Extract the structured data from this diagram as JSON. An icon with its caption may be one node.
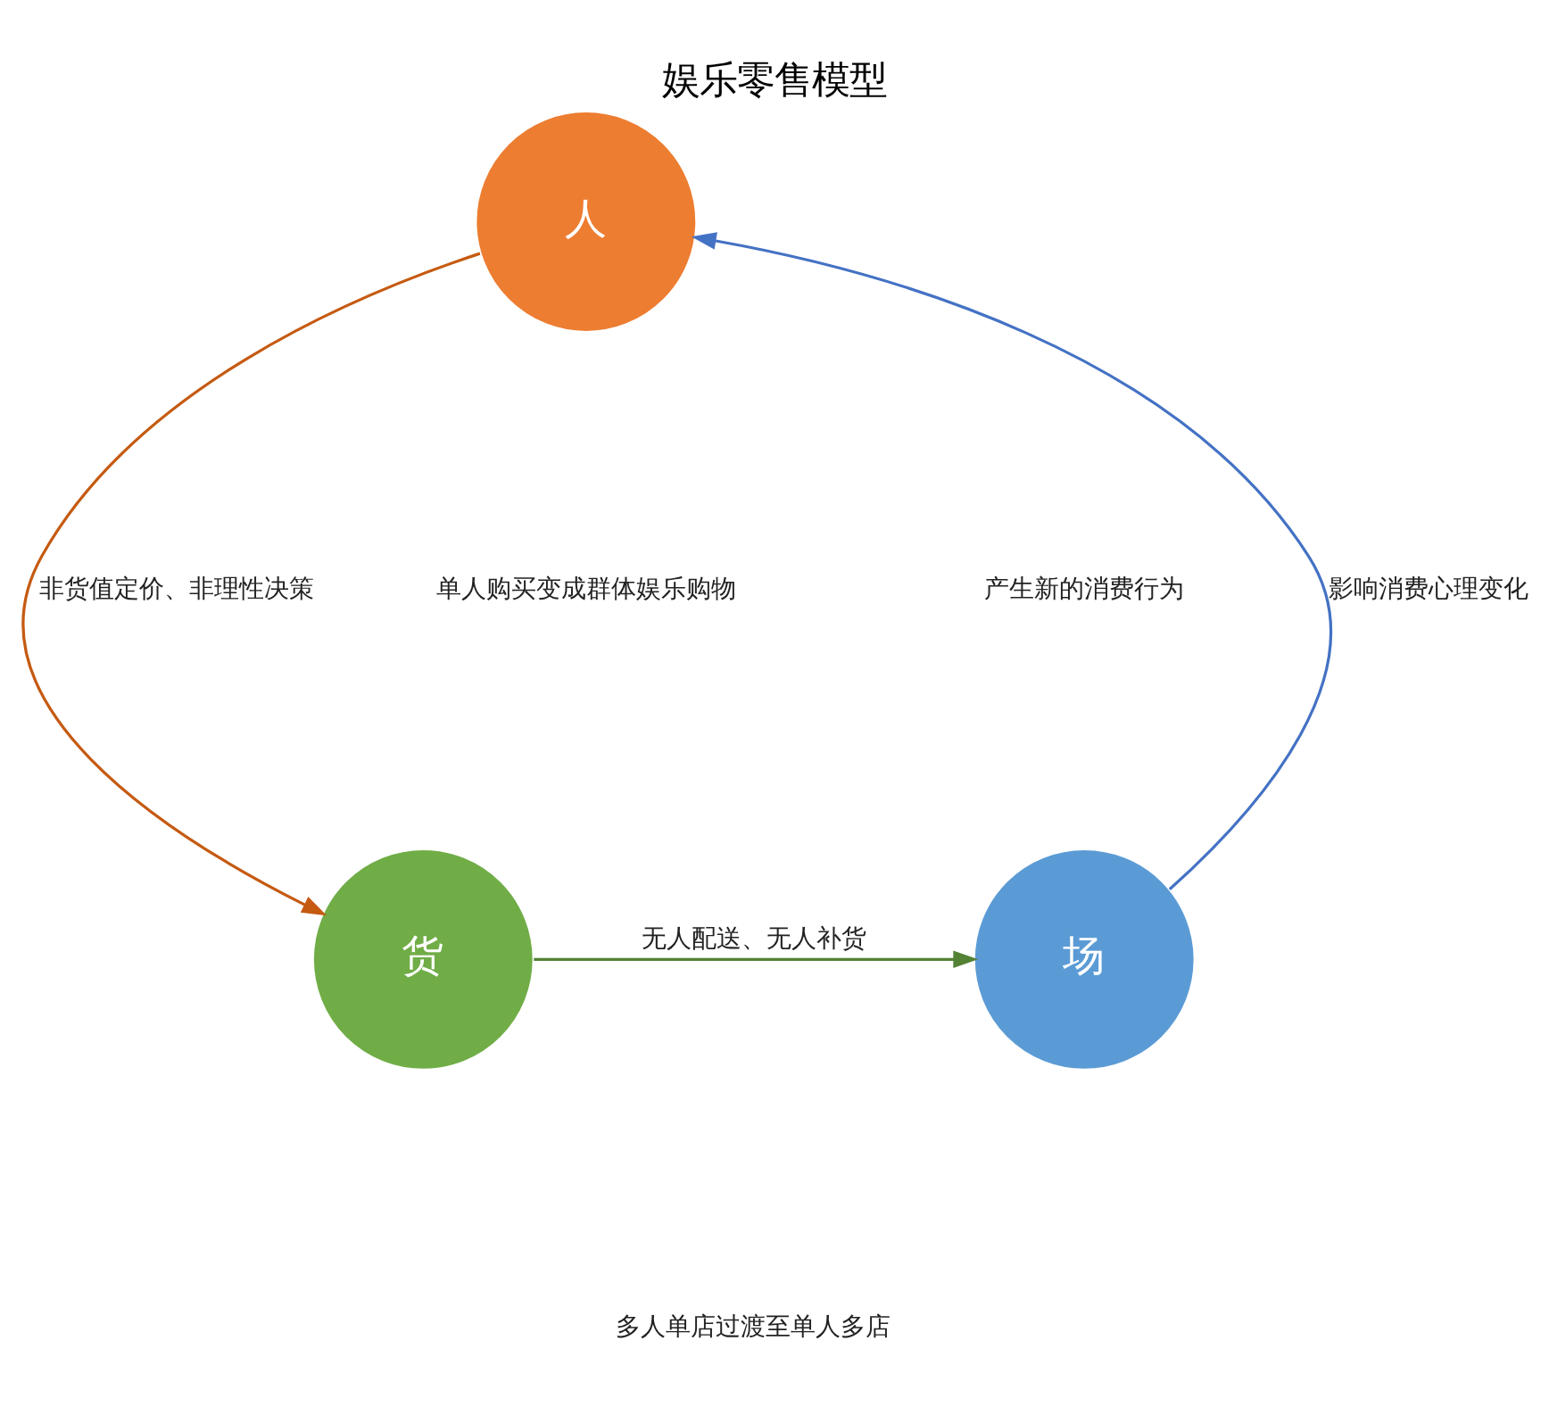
{
  "diagram": {
    "title": "娱乐零售模型",
    "nodes": [
      {
        "text": [
          "人"
        ]
      },
      {
        "text": [
          "货"
        ]
      },
      {
        "text": [
          "场"
        ]
      }
    ],
    "edges": [
      {
        "from": 0,
        "to": 1,
        "arrow": "to",
        "label": "非货值定价、非理性决策",
        "color": "#c55a11"
      },
      {
        "from": 2,
        "to": 0,
        "arrow": "to",
        "label": "影响消费心理变化",
        "color": "#4472c4"
      },
      {
        "from": 1,
        "to": 2,
        "arrow": "to",
        "label": "无人配送、无人补货",
        "color": "#548235"
      }
    ],
    "labels": [
      "单人购买变成群体娱乐购物",
      "产生新的消费行为",
      "多人单店过渡至单人多店"
    ]
  }
}
